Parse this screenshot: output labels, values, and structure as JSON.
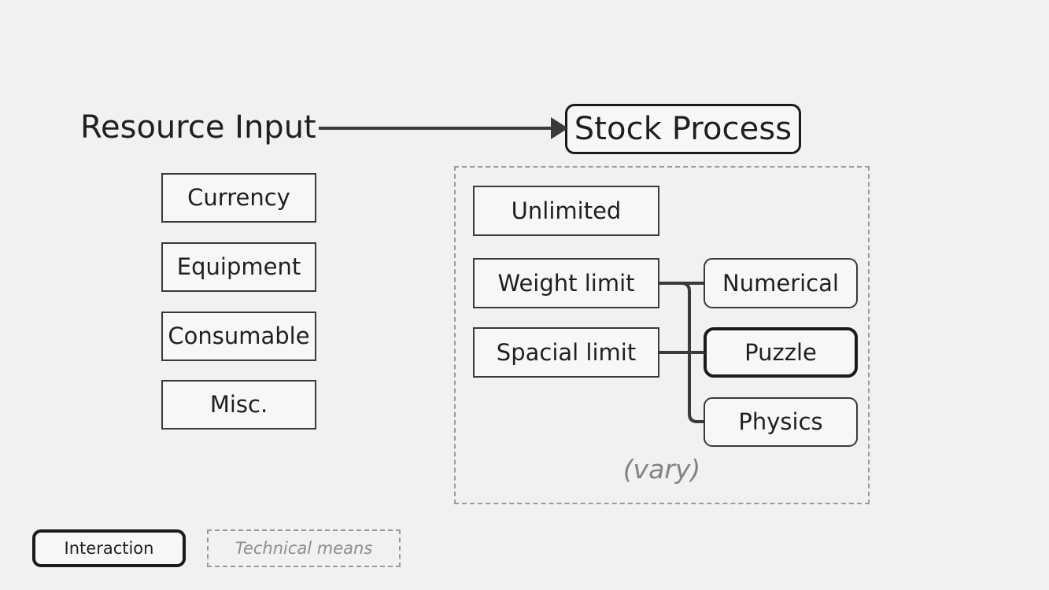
{
  "diagram": {
    "title": "Resource Input",
    "background_color": "#f1f1f1",
    "ink_color": "#1f1f1f",
    "dashed_color": "#9a9a9a",
    "process": {
      "label": "Stock Process"
    },
    "resource_types": [
      {
        "label": "Currency"
      },
      {
        "label": "Equipment"
      },
      {
        "label": "Consumable"
      },
      {
        "label": "Misc."
      }
    ],
    "stock_limits": [
      {
        "label": "Unlimited"
      },
      {
        "label": "Weight limit"
      },
      {
        "label": "Spacial limit"
      }
    ],
    "limit_implementations": [
      {
        "label": "Numerical",
        "emphasis": "normal"
      },
      {
        "label": "Puzzle",
        "emphasis": "strong"
      },
      {
        "label": "Physics",
        "emphasis": "normal"
      }
    ],
    "zone_note": "(vary)"
  },
  "legend": {
    "interaction_label": "Interaction",
    "technical_label": "Technical means"
  }
}
